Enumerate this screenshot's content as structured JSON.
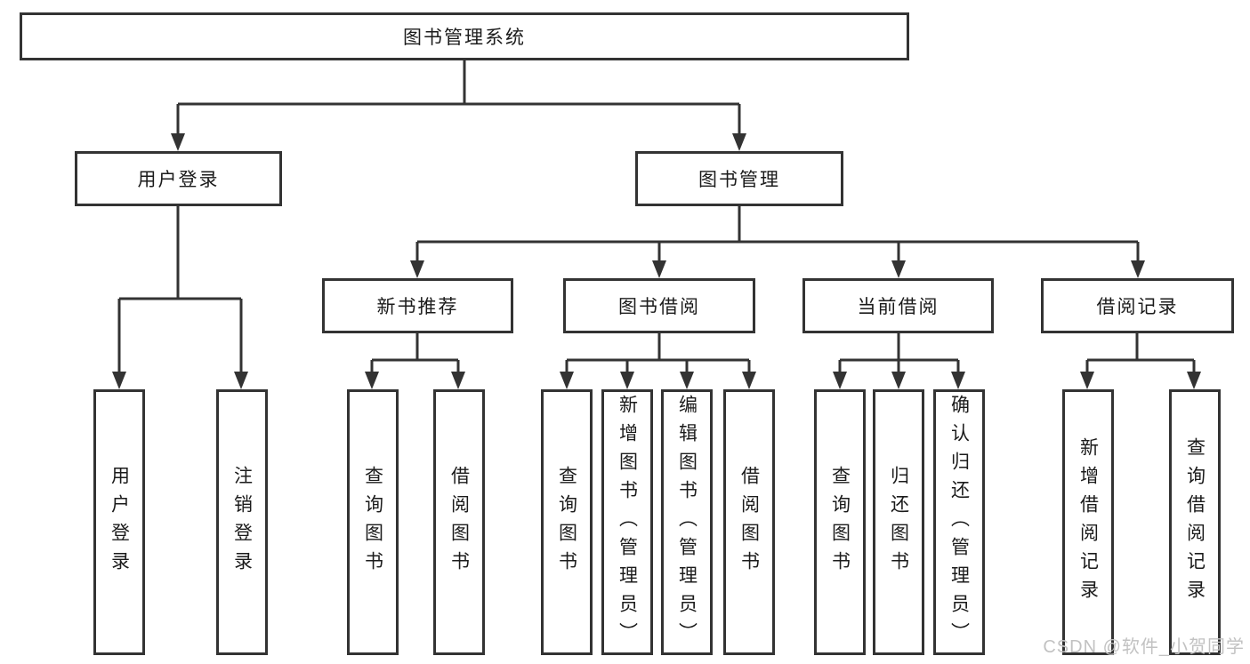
{
  "diagram": {
    "watermark": "CSDN @软件_小贺同学",
    "colors": {
      "line": "#333333",
      "box_border": "#333333",
      "box_background": "#ffffff",
      "text": "#1b1b1b",
      "watermark_text": "#c2c2c2"
    },
    "root": {
      "label": "图书管理系统",
      "children": [
        {
          "label": "用户登录",
          "children": [
            {
              "label": "用户登录"
            },
            {
              "label": "注销登录"
            }
          ]
        },
        {
          "label": "图书管理",
          "children": [
            {
              "label": "新书推荐",
              "children": [
                {
                  "label": "查询图书"
                },
                {
                  "label": "借阅图书"
                }
              ]
            },
            {
              "label": "图书借阅",
              "children": [
                {
                  "label": "查询图书"
                },
                {
                  "label": "新增图书（管理员）"
                },
                {
                  "label": "编辑图书（管理员）"
                },
                {
                  "label": "借阅图书"
                }
              ]
            },
            {
              "label": "当前借阅",
              "children": [
                {
                  "label": "查询图书"
                },
                {
                  "label": "归还图书"
                },
                {
                  "label": "确认归还（管理员）"
                }
              ]
            },
            {
              "label": "借阅记录",
              "children": [
                {
                  "label": "新增借阅记录"
                },
                {
                  "label": "查询借阅记录"
                }
              ]
            }
          ]
        }
      ]
    }
  }
}
